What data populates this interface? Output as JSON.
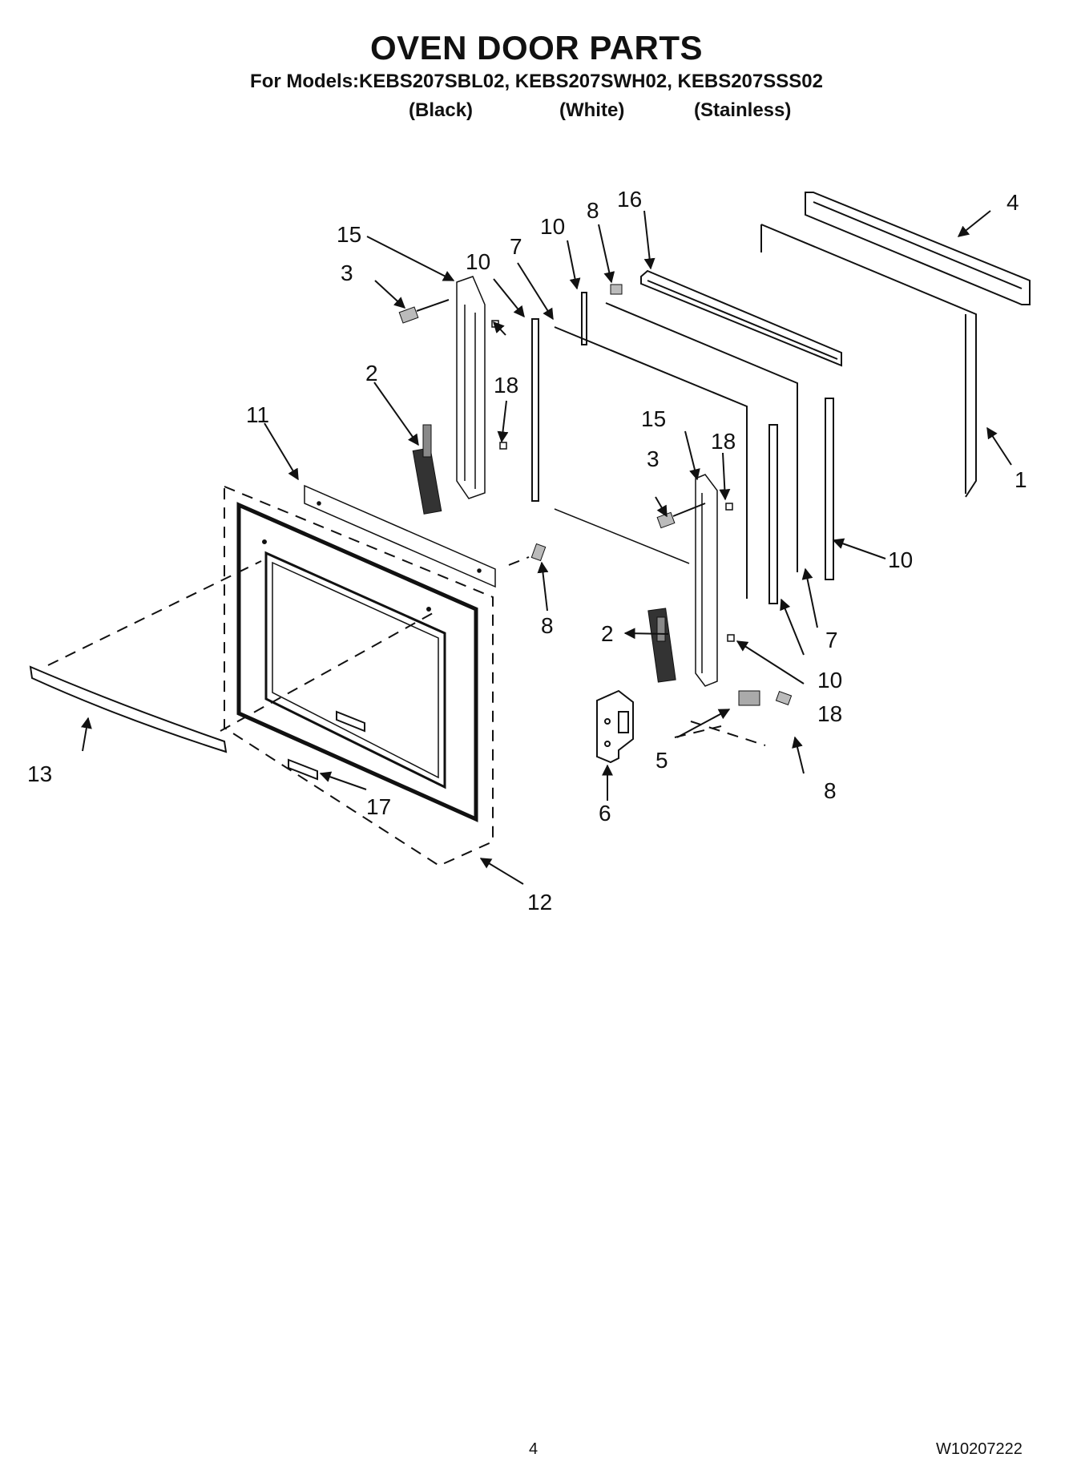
{
  "title": "OVEN DOOR PARTS",
  "models_line": "For Models:KEBS207SBL02, KEBS207SWH02, KEBS207SSS02",
  "finishes": [
    "(Black)",
    "(White)",
    "(Stainless)"
  ],
  "callouts": {
    "c1": "1",
    "c2a": "2",
    "c2b": "2",
    "c3a": "3",
    "c3b": "3",
    "c4": "4",
    "c5": "5",
    "c6": "6",
    "c7a": "7",
    "c7b": "7",
    "c8a": "8",
    "c8b": "8",
    "c8c": "8",
    "c10a": "10",
    "c10b": "10",
    "c10c": "10",
    "c10d": "10",
    "c11": "11",
    "c12": "12",
    "c13": "13",
    "c15a": "15",
    "c15b": "15",
    "c16": "16",
    "c17": "17",
    "c18a": "18",
    "c18b": "18",
    "c18c": "18"
  },
  "footer": {
    "page_number": "4",
    "doc_number": "W10207222"
  }
}
